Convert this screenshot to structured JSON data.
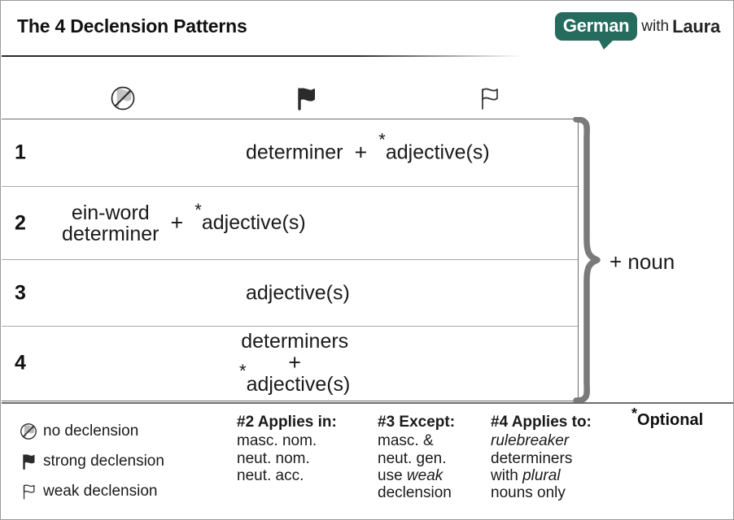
{
  "header": {
    "title": "The 4 Declension Patterns",
    "logo": {
      "brand": "German",
      "with": "with",
      "name": "Laura",
      "bubble_color": "#256b5e"
    }
  },
  "column_icons": [
    {
      "name": "no-declension-flag-icon",
      "meaning": "no declension"
    },
    {
      "name": "strong-declension-flag-icon",
      "meaning": "strong declension"
    },
    {
      "name": "weak-declension-flag-icon",
      "meaning": "weak declension"
    }
  ],
  "patterns": [
    {
      "number": "1",
      "parts": [
        "determiner",
        "+",
        "*adjective(s)"
      ],
      "determiner_text": "determiner",
      "plus": "+",
      "adjective_text": "adjective(s)",
      "star": "*"
    },
    {
      "number": "2",
      "determiner_line1": "ein-word",
      "determiner_line2": "determiner",
      "plus": "+",
      "adjective_text": "adjective(s)",
      "star": "*"
    },
    {
      "number": "3",
      "adjective_text": "adjective(s)"
    },
    {
      "number": "4",
      "determiner_text": "determiners",
      "plus": "+",
      "adjective_text": "adjective(s)",
      "star": "*"
    }
  ],
  "brace": {
    "noun_label": "+  noun",
    "color": "#7a7a7a"
  },
  "footer": {
    "legend": [
      {
        "icon": "no-declension-flag-icon",
        "label": "no declension"
      },
      {
        "icon": "strong-declension-flag-icon",
        "label": "strong declension"
      },
      {
        "icon": "weak-declension-flag-icon",
        "label": "weak declension"
      }
    ],
    "notes": [
      {
        "heading": "#2 Applies in:",
        "lines": [
          "masc. nom.",
          "neut. nom.",
          "neut. acc."
        ]
      },
      {
        "heading": "#3 Except:",
        "lines": [
          "masc. &",
          "neut. gen.",
          "use weak",
          "declension"
        ],
        "italic_words": [
          "weak"
        ]
      },
      {
        "heading": "#4 Applies to:",
        "lines": [
          "rulebreaker",
          "determiners",
          "with plural",
          "nouns only"
        ],
        "italic_words": [
          "rulebreaker",
          "plural"
        ]
      }
    ],
    "optional": {
      "star": "*",
      "label": "Optional"
    }
  }
}
